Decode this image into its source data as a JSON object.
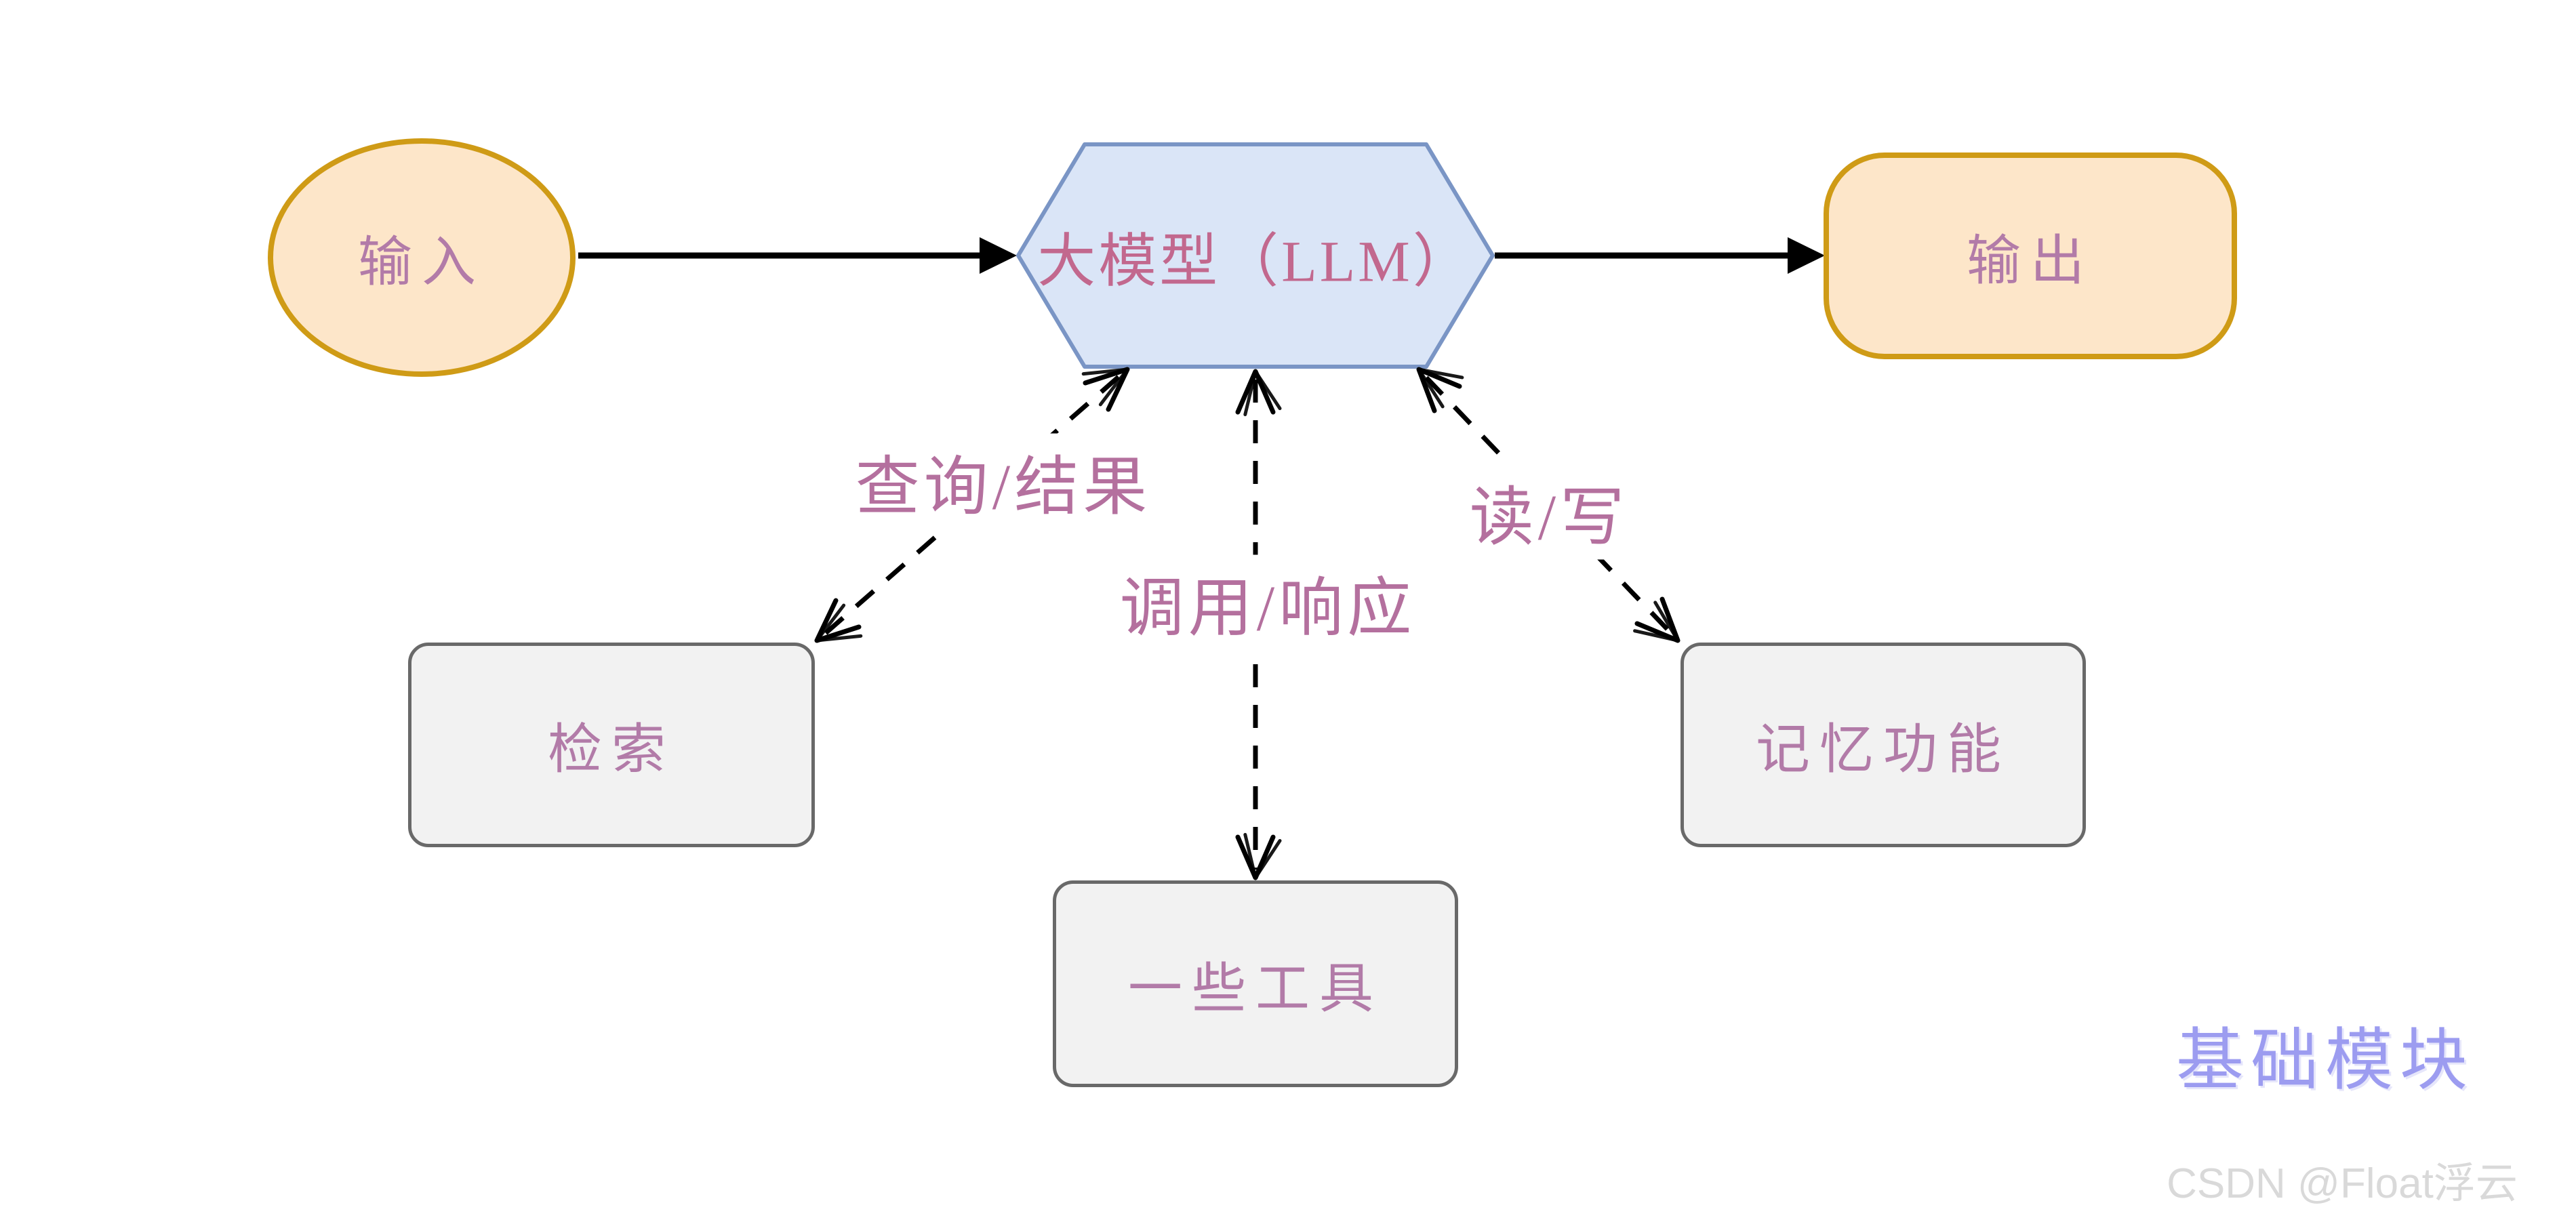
{
  "nodes": {
    "input": {
      "label": "输入"
    },
    "llm": {
      "label": "大模型（LLM）"
    },
    "output": {
      "label": "输出"
    },
    "retrieval": {
      "label": "检索"
    },
    "tools": {
      "label": "一些工具"
    },
    "memory": {
      "label": "记忆功能"
    }
  },
  "edges": {
    "query_result": {
      "label": "查询/结果"
    },
    "call_response": {
      "label": "调用/响应"
    },
    "read_write": {
      "label": "读/写"
    }
  },
  "caption": {
    "text": "基础模块"
  },
  "watermark": {
    "text": "CSDN @Float浮云"
  },
  "colors": {
    "canvas_bg": "#FFFFFF",
    "node_gold_border": "#CF9B16",
    "node_peach_fill": "#FDE6C9",
    "hexagon_fill": "#DAE5F7",
    "hexagon_border": "#7A95C5",
    "gray_box_fill": "#F2F2F2",
    "gray_box_border": "#696969",
    "node_text": "#B27BA8",
    "hexagon_text": "#C2688E",
    "edge_label_text": "#B4709E",
    "caption_text": "#9C9CF0",
    "watermark_text": "#D9D9D9",
    "arrow_color": "#000000"
  }
}
